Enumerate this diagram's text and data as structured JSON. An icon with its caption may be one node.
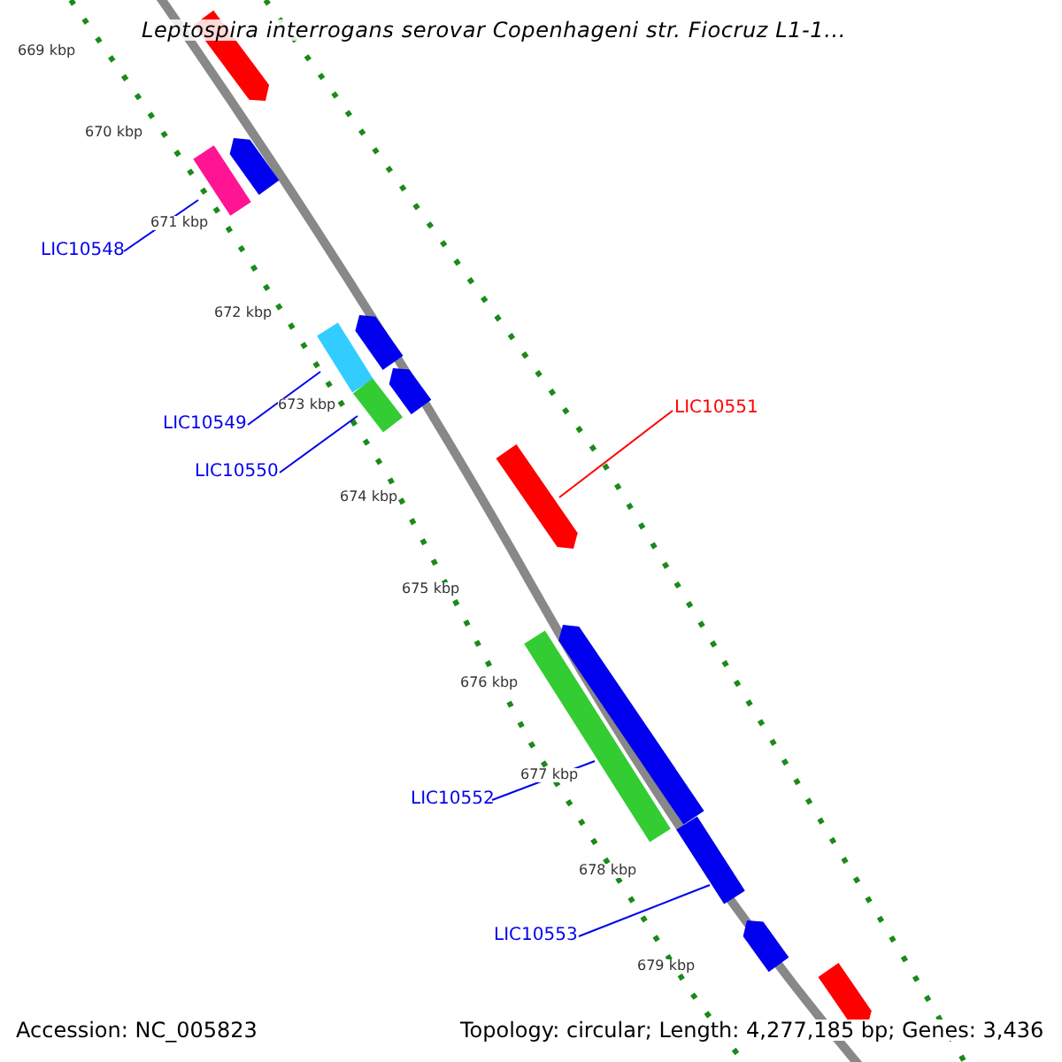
{
  "diagram": {
    "title": "Leptospira interrogans serovar Copenhageni str. Fiocruz L1-1...",
    "nodes": [
      {
        "text": [
          "LIC10548"
        ]
      },
      {
        "text": [],
        "shape": "bar"
      },
      {
        "text": [
          "LIC10549"
        ]
      },
      {
        "text": [],
        "shape": "bar"
      },
      {
        "text": [
          "LIC10550"
        ]
      },
      {
        "text": [],
        "shape": "bar"
      },
      {
        "text": [
          "LIC10551"
        ]
      },
      {
        "text": [],
        "shape": "bar"
      },
      {
        "text": [
          "LIC10552"
        ]
      },
      {
        "text": [],
        "shape": "bar"
      },
      {
        "text": [
          "LIC10553"
        ]
      },
      {
        "text": [],
        "shape": "bar"
      },
      {
        "text": [],
        "shape": "bar"
      },
      {
        "text": [],
        "shape": "bar"
      },
      {
        "text": [],
        "shape": "bar"
      },
      {
        "text": [],
        "shape": "bar"
      },
      {
        "text": [],
        "shape": "bar"
      },
      {
        "text": [],
        "shape": "bar"
      },
      {
        "text": [],
        "shape": "bar"
      }
    ],
    "edges": [
      {
        "from": 0,
        "to": 1,
        "arrow": "none"
      },
      {
        "from": 2,
        "to": 3,
        "arrow": "none"
      },
      {
        "from": 4,
        "to": 5,
        "arrow": "none"
      },
      {
        "from": 6,
        "to": 7,
        "arrow": "none",
        "color": "#ff0000"
      },
      {
        "from": 8,
        "to": 9,
        "arrow": "none"
      },
      {
        "from": 10,
        "to": 11,
        "arrow": "none"
      }
    ],
    "labels": [
      "669 kbp",
      "670 kbp",
      "671 kbp",
      "672 kbp",
      "673 kbp",
      "674 kbp",
      "675 kbp",
      "676 kbp",
      "677 kbp",
      "678 kbp",
      "679 kbp",
      "Accession: NC_005823",
      "Topology: circular; Length: 4,277,185 bp; Genes: 3,436"
    ]
  }
}
